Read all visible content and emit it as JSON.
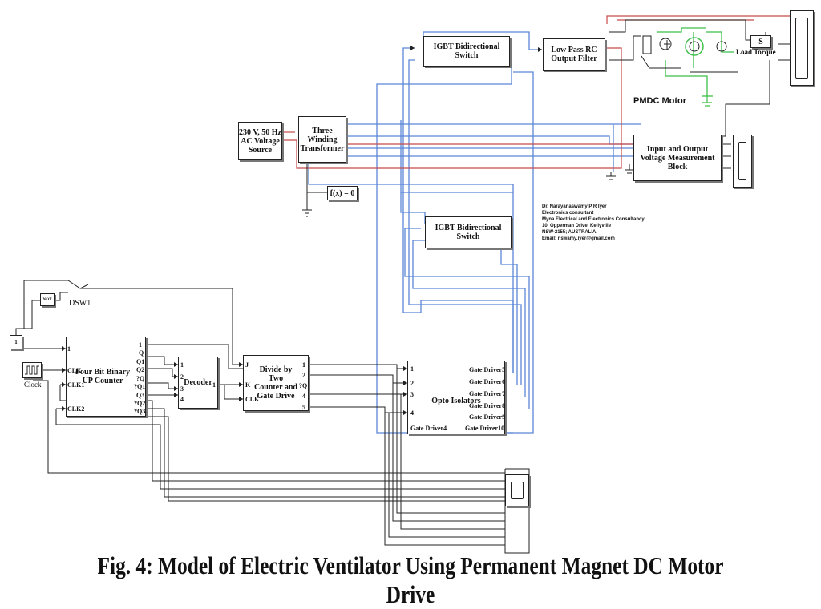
{
  "caption": "Fig. 4:  Model of Electric Ventilator Using Permanent Magnet DC Motor Drive",
  "blocks": {
    "igbt_top": "IGBT Bidirectional Switch",
    "igbt_bottom": "IGBT Bidirectional Switch",
    "low_pass": "Low Pass RC Output Filter",
    "ac_source": "230 V, 50 Hz AC Voltage Source",
    "transformer": "Three Winding Transformer",
    "solver": "f(x) = 0",
    "measurement": "Input and Output Voltage Measurement Block",
    "motor_label": "PMDC Motor",
    "load_torque": "Load Torque",
    "counter": "Four Bit Binary UP Counter",
    "decoder": "Decoder",
    "divide": "Divide by Two Counter and Gate Drive",
    "opto": "Opto Isolators",
    "clock": "Clock",
    "dsw": "DSW1",
    "constant": "1",
    "not_gate": "NOT",
    "step_s": "S"
  },
  "ports": {
    "counter_in": [
      "1",
      "CLK",
      "CLK1",
      "CLK2"
    ],
    "counter_out": [
      "1",
      "Q",
      "Q1",
      "Q2",
      "?Q",
      "?Q1",
      "Q3",
      "?Q2",
      "?Q3"
    ],
    "decoder_in": [
      "1",
      "2",
      "3",
      "4"
    ],
    "decoder_out": "1",
    "divide_in": [
      "J",
      "K",
      "CLK"
    ],
    "divide_out": [
      "1",
      "2",
      "?Q",
      "4",
      "5"
    ],
    "opto_in": [
      "1",
      "2",
      "3",
      "4"
    ],
    "opto_gate_left": "Gate Driver4",
    "opto_gate_right": [
      "Gate Driver5",
      "Gate Driver6",
      "Gate Driver7",
      "Gate Driver8",
      "Gate Driver9",
      "Gate Driver10"
    ]
  },
  "credit": [
    "Dr. Narayanaswamy P R Iyer",
    "Electronics consultant",
    "Myna Electrical and Electronics Consultancy",
    "10, Opperman Drive, Kellyville",
    "NSW-2155; AUSTRALIA.",
    "Email:  nswamy.iyer@gmail.com"
  ],
  "colors": {
    "wire_black": "#222222",
    "wire_blue": "#5a86d6",
    "wire_red": "#c84a4a",
    "wire_green": "#3fbf4a"
  }
}
